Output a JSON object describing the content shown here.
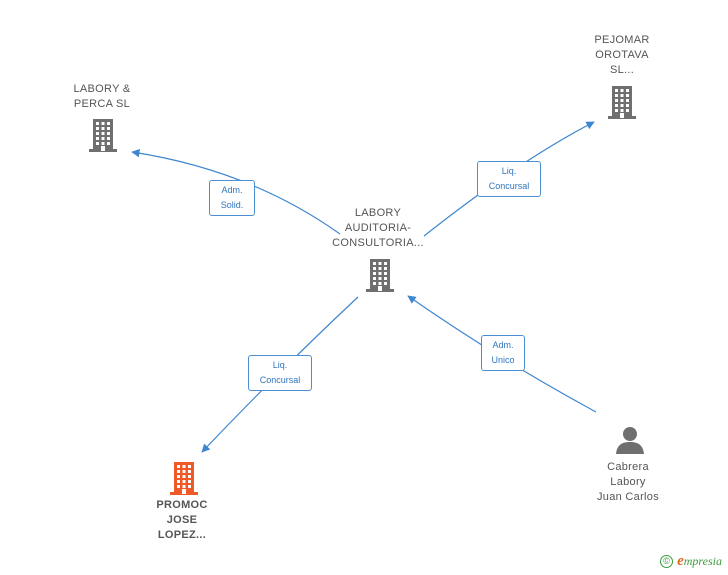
{
  "colors": {
    "edge": "#3f86d0",
    "building": "#6f6f6f",
    "building_focus": "#f05a28",
    "person": "#6f6f6f",
    "edge_label_text": "#2f75bf"
  },
  "nodes": {
    "labory_perca": {
      "lines": [
        "LABORY &",
        "PERCA  SL"
      ],
      "icon": "building-icon"
    },
    "pejomar": {
      "lines": [
        "PEJOMAR",
        "OROTAVA",
        "SL..."
      ],
      "icon": "building-icon"
    },
    "labory_auditoria": {
      "lines": [
        "LABORY",
        "AUDITORIA-",
        "CONSULTORIA..."
      ],
      "icon": "building-icon"
    },
    "promoc": {
      "lines": [
        "PROMOC",
        "JOSE",
        "LOPEZ..."
      ],
      "icon": "building-icon"
    },
    "cabrera": {
      "lines": [
        "Cabrera",
        "Labory",
        "Juan Carlos"
      ],
      "icon": "person-icon"
    }
  },
  "edges": {
    "to_labory_perca": {
      "lines": [
        "Adm.",
        "Solid."
      ]
    },
    "to_pejomar": {
      "lines": [
        "Liq.",
        "Concursal"
      ]
    },
    "to_promoc": {
      "lines": [
        "Liq.",
        "Concursal"
      ]
    },
    "from_cabrera": {
      "lines": [
        "Adm.",
        "Unico"
      ]
    }
  },
  "brand": {
    "copyright": "©",
    "name_initial": "e",
    "name_rest": "mpresia"
  }
}
